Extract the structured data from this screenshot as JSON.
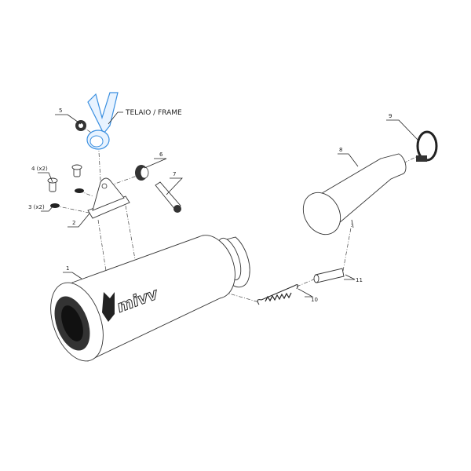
{
  "labels": {
    "frame": "TELAIO / FRAME",
    "p1": "1",
    "p2": "2",
    "p3": "3 (x2)",
    "p4": "4 (x2)",
    "p5": "5",
    "p6": "6",
    "p7": "7",
    "p8": "8",
    "p9": "9",
    "p10": "10",
    "p11": "11"
  },
  "logo_text": "mivv",
  "colors": {
    "frame_part": "#3a8fe0",
    "line": "#222222"
  }
}
